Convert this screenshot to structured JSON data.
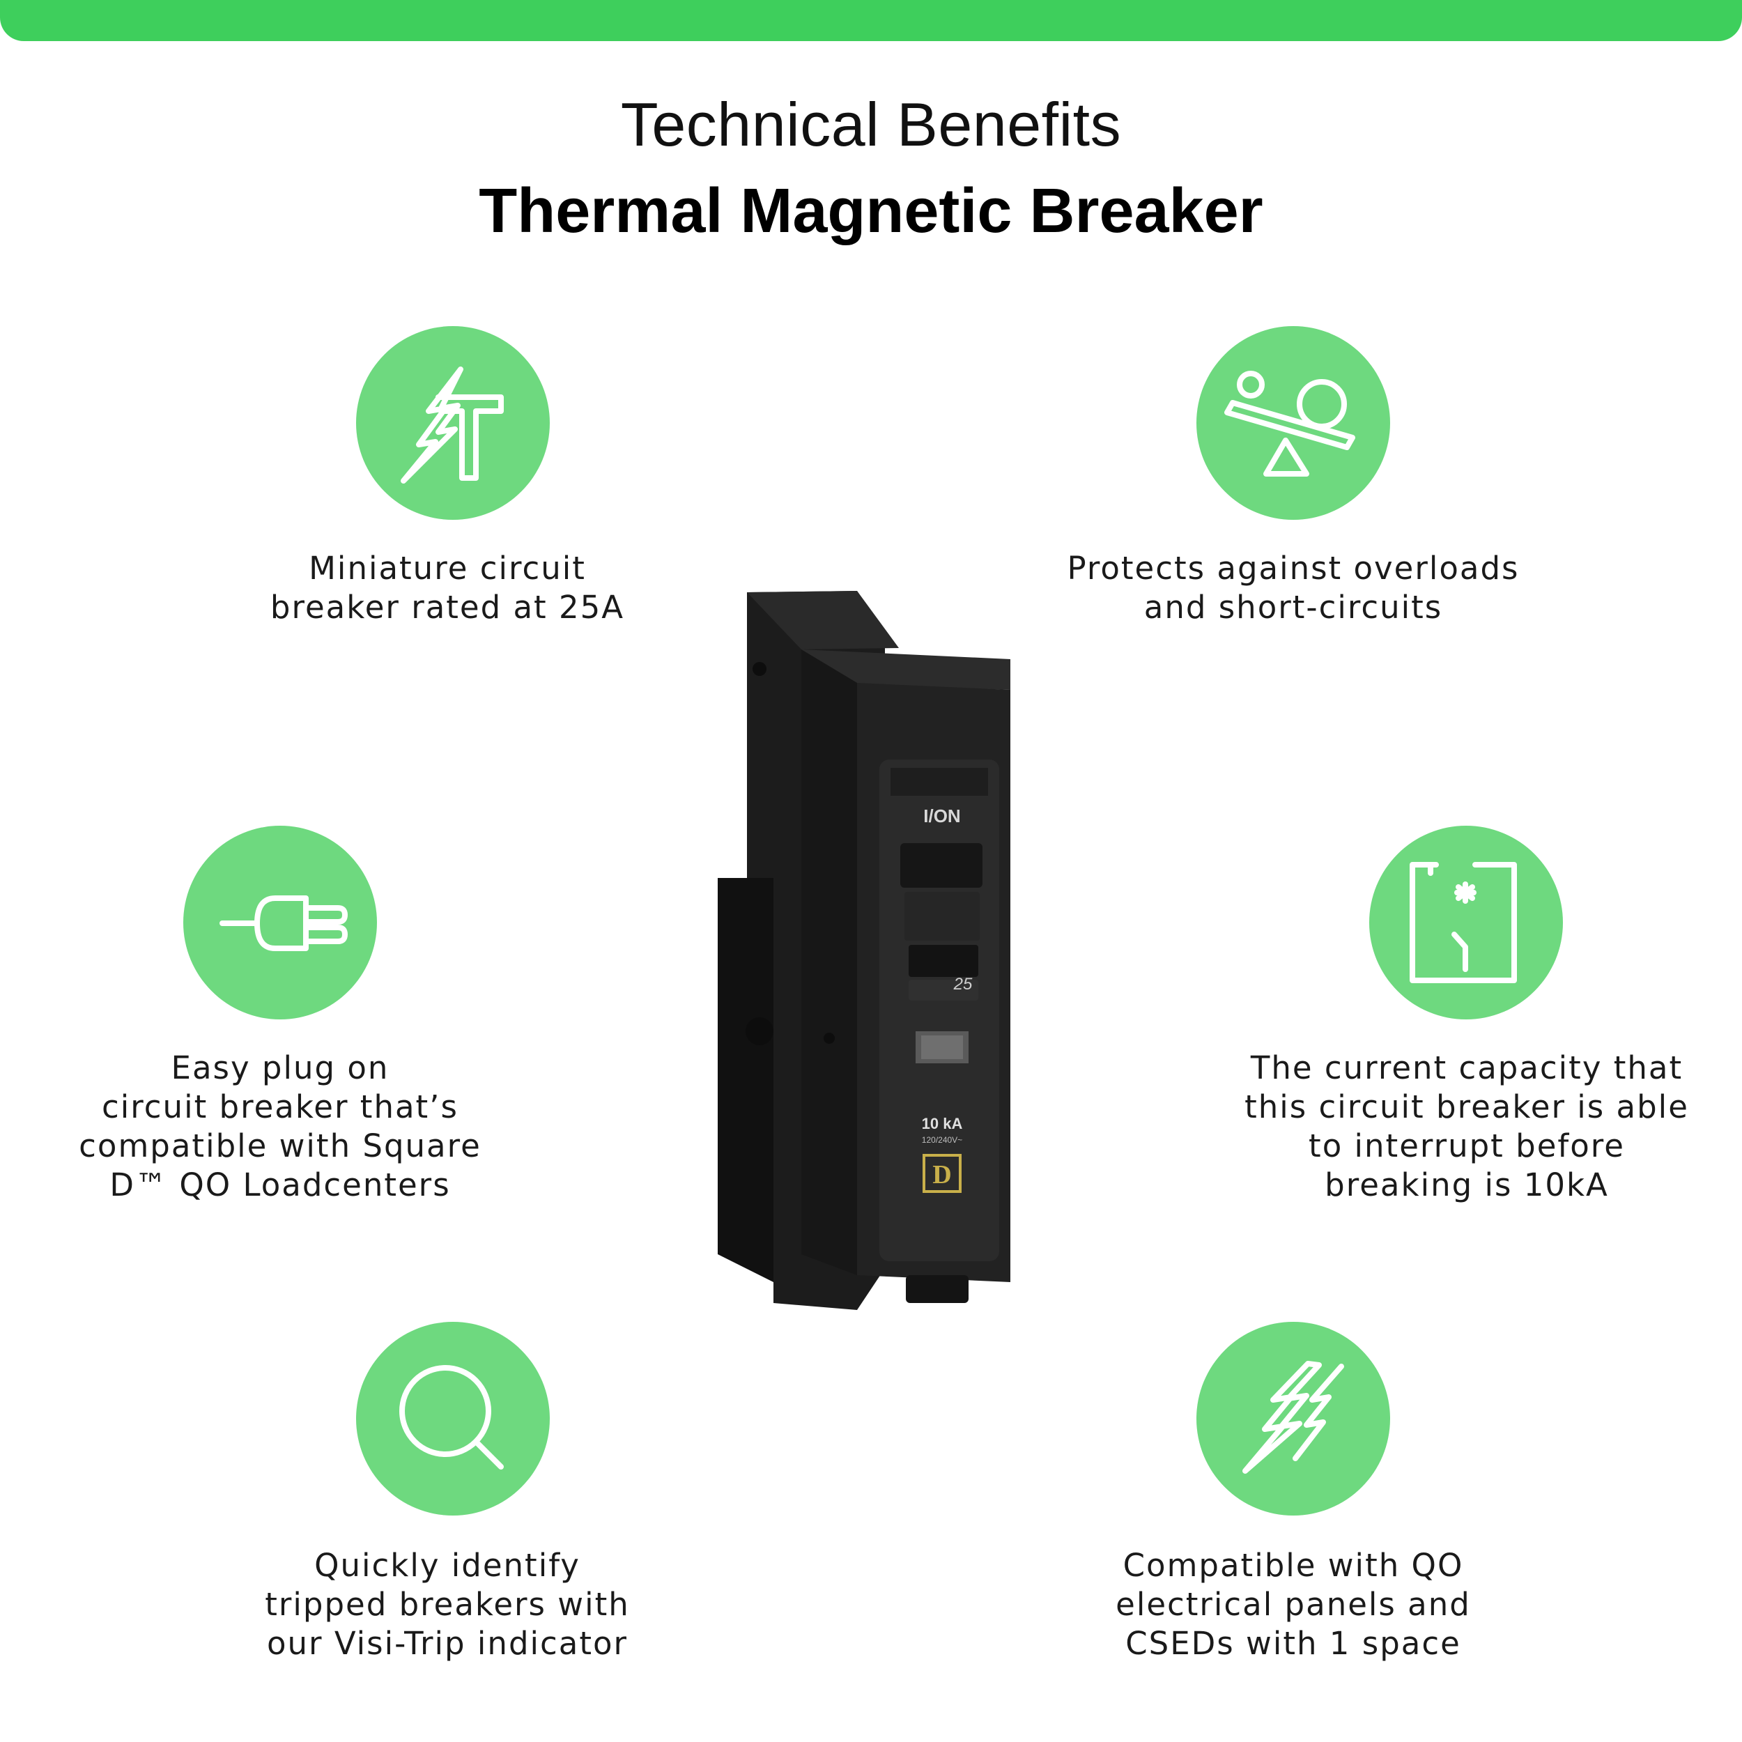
{
  "header": {
    "eyebrow": "Technical Benefits",
    "title": "Thermal Magnetic Breaker"
  },
  "colors": {
    "top_bar": "#3ecf5c",
    "icon_circle": "#6ed97f",
    "icon_stroke": "#ffffff"
  },
  "features": [
    {
      "icon": "lightning-pole-icon",
      "text": "Miniature circuit\nbreaker rated at 25A"
    },
    {
      "icon": "balance-seesaw-icon",
      "text": "Protects against overloads\nand short-circuits"
    },
    {
      "icon": "plug-icon",
      "text": "Easy plug on\ncircuit breaker that’s\ncompatible with Square\nD™ QO Loadcenters"
    },
    {
      "icon": "circuit-switch-icon",
      "text": "The current capacity that\nthis circuit breaker is able\nto interrupt before\nbreaking is 10kA"
    },
    {
      "icon": "magnifier-icon",
      "text": "Quickly identify\ntripped breakers with\nour Visi-Trip indicator"
    },
    {
      "icon": "double-lightning-icon",
      "text": "Compatible with QO\nelectrical panels and\nCSEDs with 1 space"
    }
  ],
  "product": {
    "switch_label": "I/ON",
    "rating": "25",
    "interrupt_rating": "10 kA",
    "voltage": "120/240V~",
    "brand_mark": "D"
  }
}
